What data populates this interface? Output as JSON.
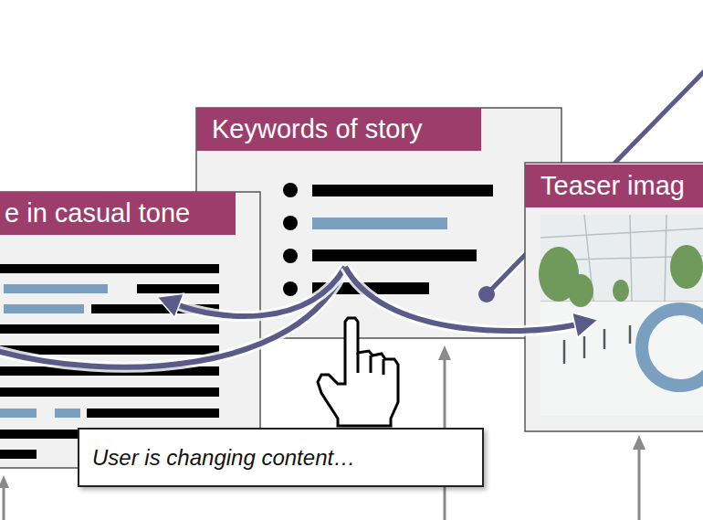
{
  "diagram": {
    "nodes": [
      {
        "text": [
          "e in casual tone"
        ]
      },
      {
        "text": [
          "Keywords of story"
        ]
      },
      {
        "text": [
          "Teaser imag"
        ]
      },
      {
        "text": [
          "User is changing content…"
        ]
      }
    ],
    "edges": [
      {
        "from": 1,
        "to": 0,
        "arrow": "to"
      },
      {
        "from": 1,
        "to": 2,
        "arrow": "to"
      }
    ]
  }
}
